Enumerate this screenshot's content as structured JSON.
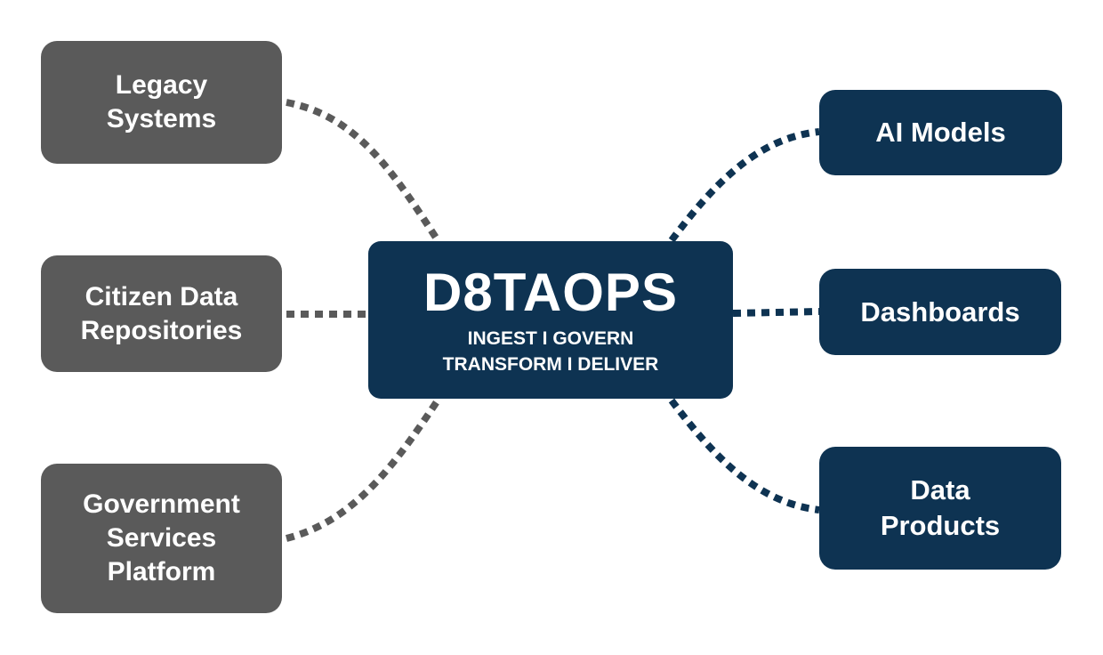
{
  "colors": {
    "source_fill": "#5a5a5a",
    "source_connector": "#5a5a5a",
    "hub_fill": "#0e3352",
    "target_fill": "#0e3352",
    "target_connector": "#0e3352",
    "text": "#ffffff",
    "background": "#ffffff"
  },
  "hub": {
    "title": "D8TAOPS",
    "line1": "INGEST I GOVERN",
    "line2": "TRANSFORM I DELIVER"
  },
  "sources": [
    {
      "line1": "Legacy",
      "line2": "Systems"
    },
    {
      "line1": "Citizen Data",
      "line2": "Repositories"
    },
    {
      "line1": "Government",
      "line2": "Services",
      "line3": "Platform"
    }
  ],
  "targets": [
    {
      "line1": "AI Models"
    },
    {
      "line1": "Dashboards"
    },
    {
      "line1": "Data",
      "line2": "Products"
    }
  ]
}
